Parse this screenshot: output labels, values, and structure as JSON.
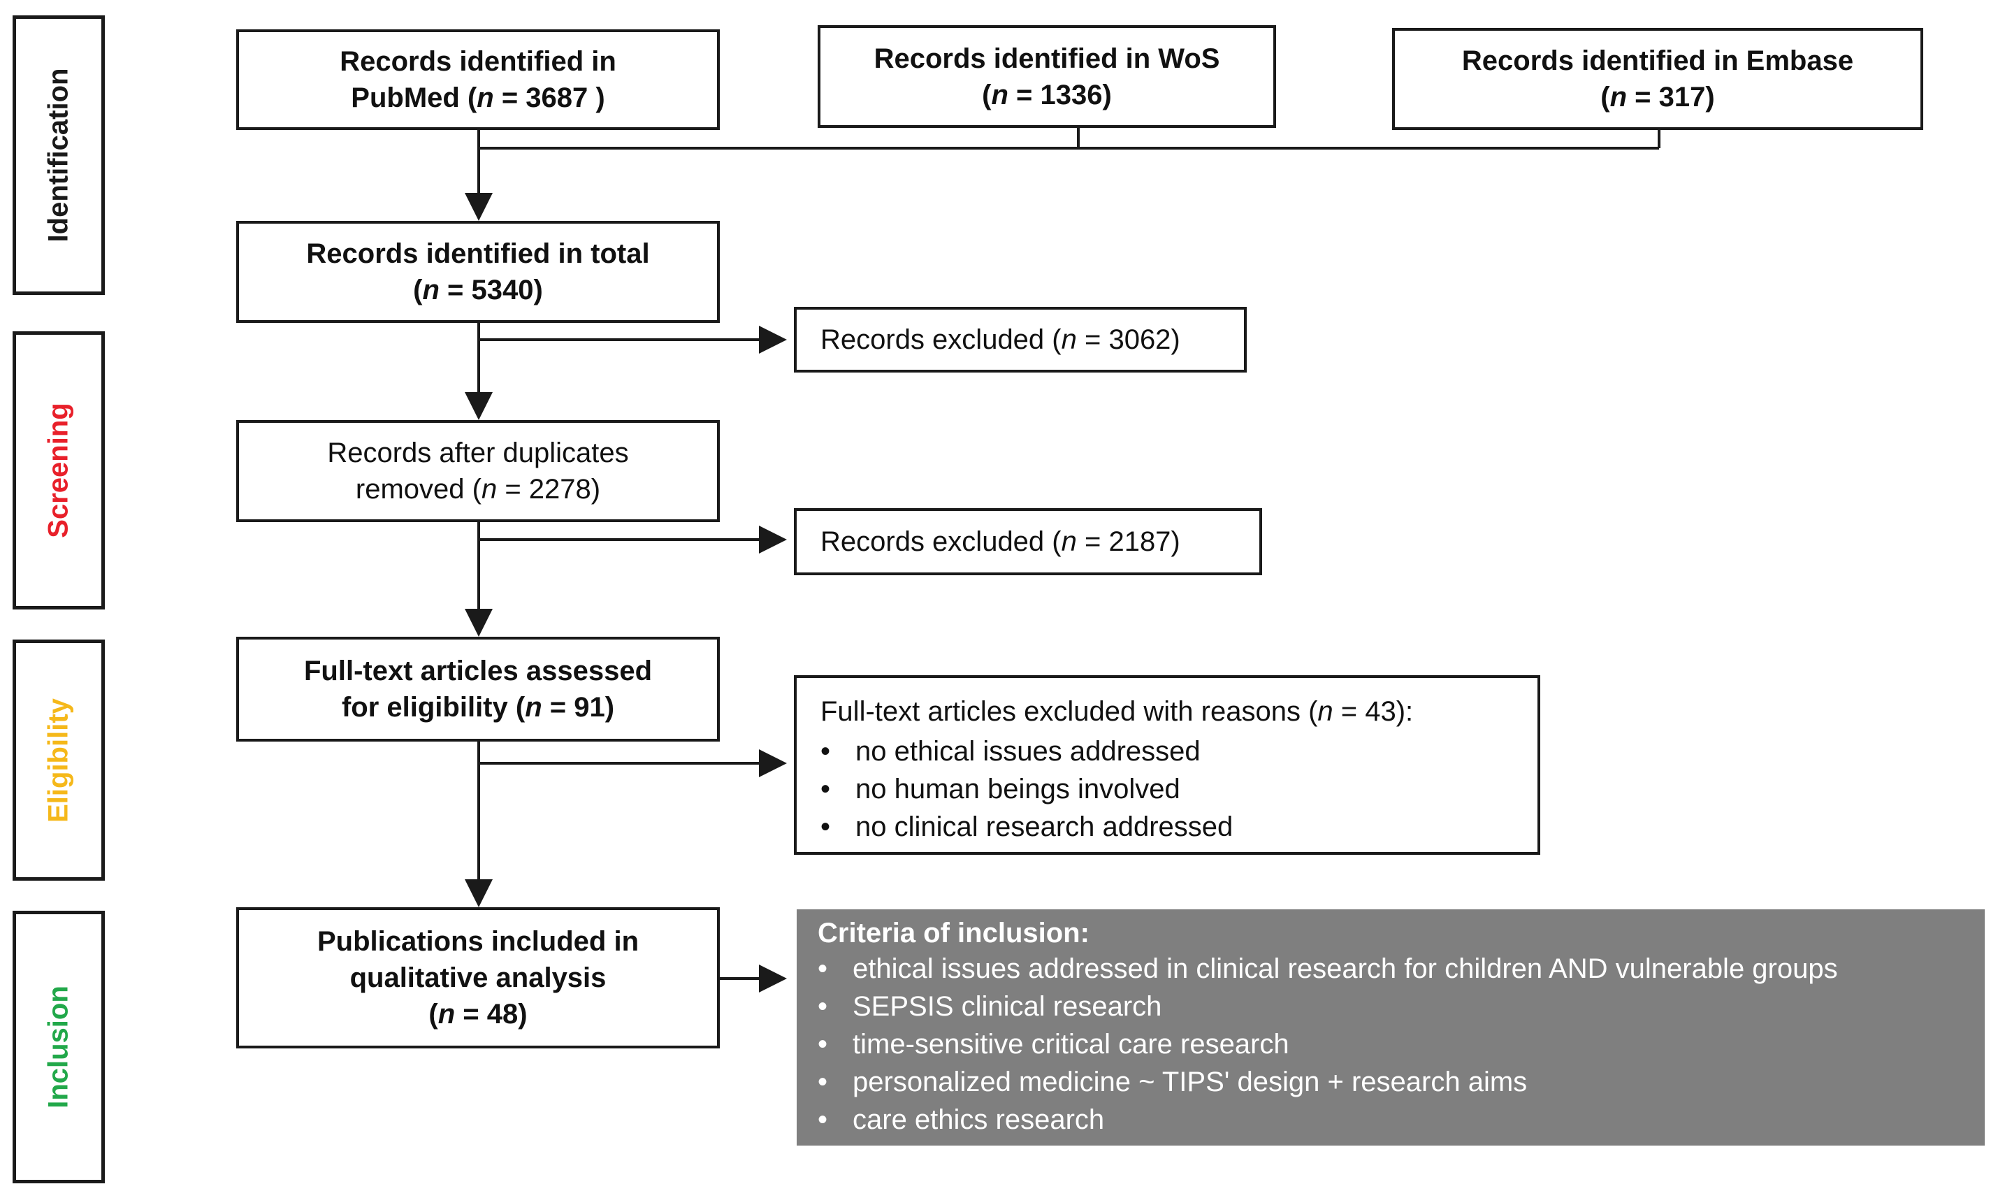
{
  "stages": {
    "identification": "Identification",
    "screening": "Screening",
    "eligibility": "Eligibility",
    "inclusion": "Inclusion"
  },
  "stage_colors": {
    "identification": "#1a1a1a",
    "screening": "#e8202a",
    "eligibility": "#f5b81a",
    "inclusion": "#22a84a"
  },
  "boxes": {
    "pubmed": {
      "line1": "Records identified in",
      "line2a": "PubMed (",
      "n": "n",
      "line2b": " = 3687 )"
    },
    "wos": {
      "line1": "Records identified in WoS",
      "line2a": "(",
      "n": "n",
      "line2b": " = 1336)"
    },
    "embase": {
      "line1": "Records identified in Embase",
      "line2a": "(",
      "n": "n",
      "line2b": " = 317)"
    },
    "total": {
      "line1": "Records identified in total",
      "line2a": "(",
      "n": "n",
      "line2b": " = 5340)"
    },
    "excluded1": {
      "a": "Records excluded (",
      "n": "n",
      "b": " = 3062)"
    },
    "after_dup": {
      "line1": "Records after duplicates",
      "line2a": "removed (",
      "n": "n",
      "line2b": " = 2278)"
    },
    "excluded2": {
      "a": "Records excluded (",
      "n": "n",
      "b": " = 2187)"
    },
    "fulltext": {
      "line1": "Full-text articles assessed",
      "line2a": "for eligibility (",
      "n": "n",
      "line2b": " = 91)"
    },
    "excluded3": {
      "a": "Full-text articles excluded with reasons (",
      "n": "n",
      "b": " = 43):",
      "reasons": [
        "no ethical issues addressed",
        "no human beings involved",
        "no clinical research addressed"
      ]
    },
    "included": {
      "line1": "Publications included in",
      "line2": "qualitative analysis",
      "line3a": "(",
      "n": "n",
      "line3b": " = 48)"
    },
    "criteria": {
      "title": "Criteria of inclusion:",
      "items": [
        "ethical issues addressed in clinical research for children AND vulnerable groups",
        "SEPSIS clinical research",
        "time-sensitive critical care research",
        "personalized medicine ~ TIPS' design + research aims",
        "care ethics research"
      ]
    }
  },
  "bullet": "•",
  "colors": {
    "criteria_bg": "#7f7f7f",
    "criteria_text": "#ffffff",
    "line": "#1a1a1a"
  }
}
